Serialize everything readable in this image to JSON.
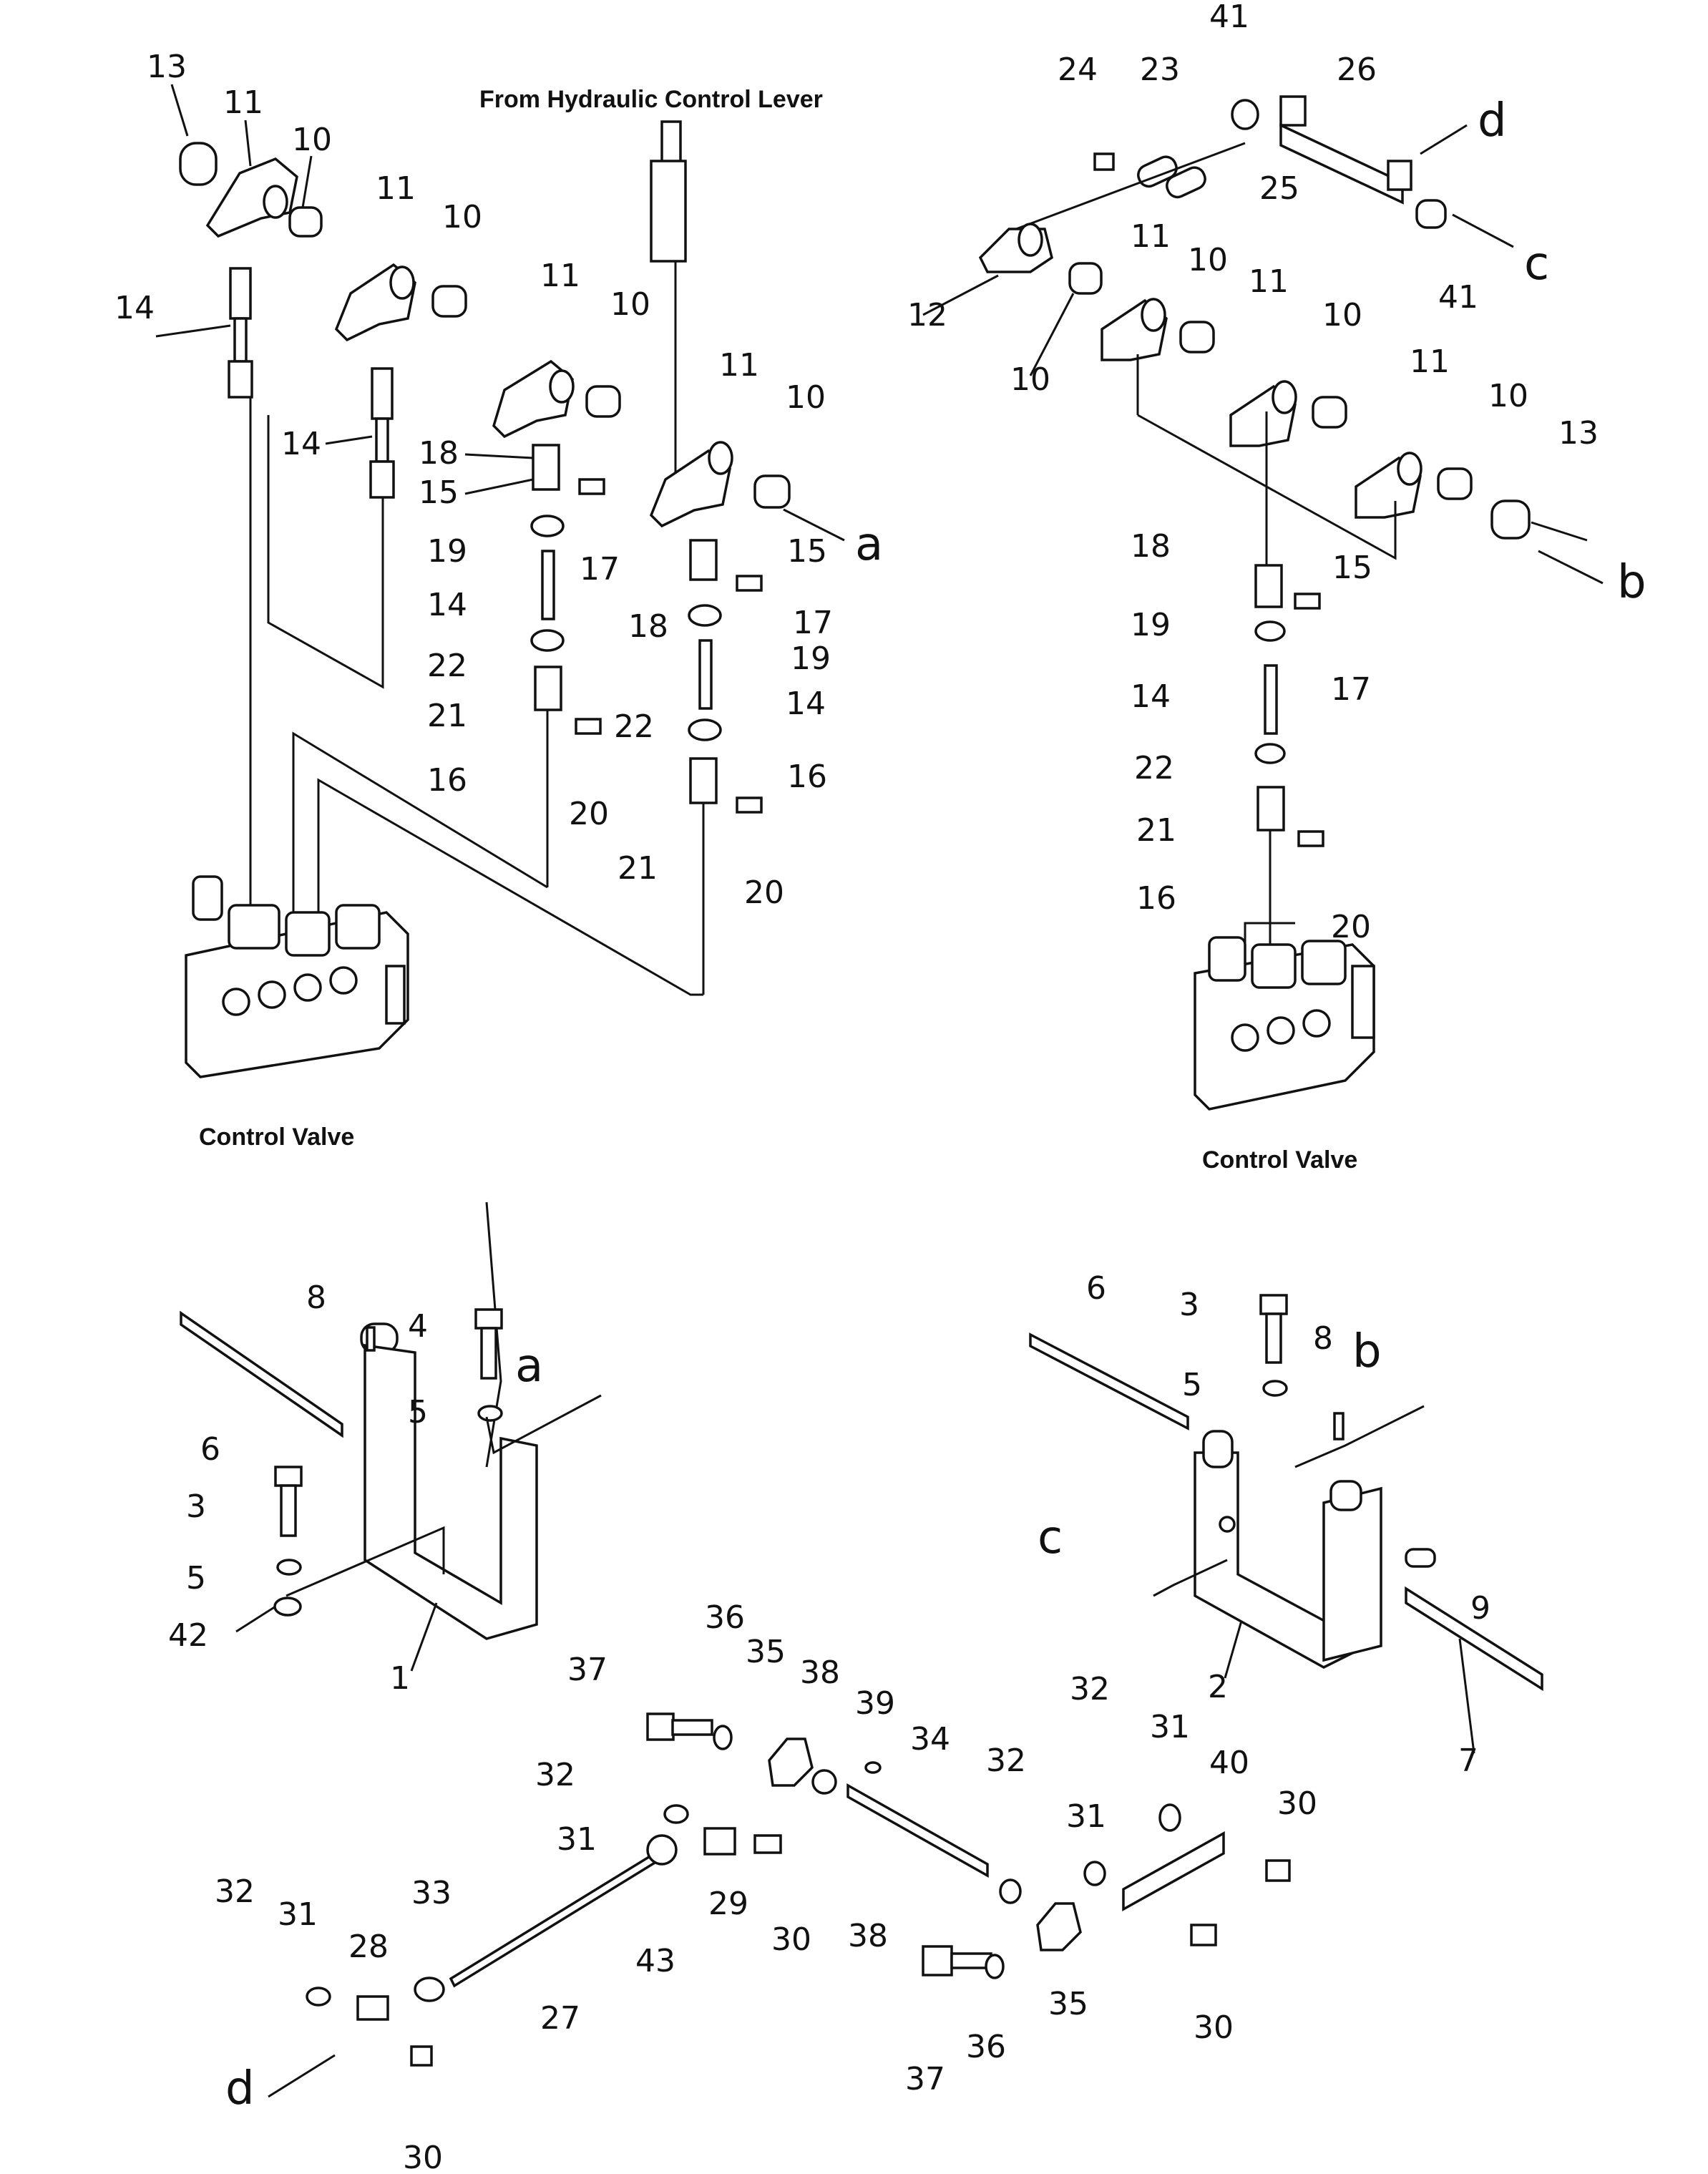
{
  "captions": {
    "from_lever": "From Hydraulic Control Lever",
    "valve_left": "Control Valve",
    "valve_right": "Control Valve"
  },
  "refs": {
    "a1": "a",
    "b1": "b",
    "c1": "c",
    "d1": "d",
    "a2": "a",
    "b2": "b",
    "c2": "c",
    "d2": "d"
  },
  "labels": {
    "l13a": "13",
    "l11a": "11",
    "l10a": "10",
    "l11b": "11",
    "l10b": "10",
    "l11c": "11",
    "l10c": "10",
    "l11d": "11",
    "l10d": "10",
    "l14a": "14",
    "l14b": "14",
    "l18a": "18",
    "l15a": "15",
    "l17a": "17",
    "l19a": "19",
    "l14c": "14",
    "l22a": "22",
    "l21a": "21",
    "l16a": "16",
    "l20a": "20",
    "l15b": "15",
    "l18b": "18",
    "l17b": "17",
    "l19b": "19",
    "l14d": "14",
    "l22b": "22",
    "l16b": "16",
    "l21b": "21",
    "l20b": "20",
    "l41a": "41",
    "l24": "24",
    "l23": "23",
    "l26": "26",
    "l25": "25",
    "l41b": "41",
    "l12": "12",
    "l11e": "11",
    "l10e": "10",
    "l10f": "10",
    "l11f": "11",
    "l10g": "10",
    "l11g": "11",
    "l10h": "10",
    "l13b": "13",
    "l18c": "18",
    "l15c": "15",
    "l19c": "19",
    "l17c": "17",
    "l14e": "14",
    "l22c": "22",
    "l21c": "21",
    "l16c": "16",
    "l20c": "20",
    "l8a": "8",
    "l4": "4",
    "l6a": "6",
    "l5a": "5",
    "l3a": "3",
    "l5b": "5",
    "l42": "42",
    "l1": "1",
    "l6b": "6",
    "l3b": "3",
    "l8b": "8",
    "l5c": "5",
    "l9": "9",
    "l2": "2",
    "l7": "7",
    "l36a": "36",
    "l35a": "35",
    "l37a": "37",
    "l38a": "38",
    "l39": "39",
    "l34": "34",
    "l32a": "32",
    "l31a": "31",
    "l29": "29",
    "l30a": "30",
    "l43": "43",
    "l32b": "32",
    "l31b": "31",
    "l33": "33",
    "l28": "28",
    "l27": "27",
    "l30b": "30",
    "l32c": "32",
    "l31c": "31",
    "l32d": "32",
    "l31d": "31",
    "l40": "40",
    "l30c": "30",
    "l38b": "38",
    "l37b": "37",
    "l36b": "36",
    "l35b": "35",
    "l30d": "30"
  }
}
